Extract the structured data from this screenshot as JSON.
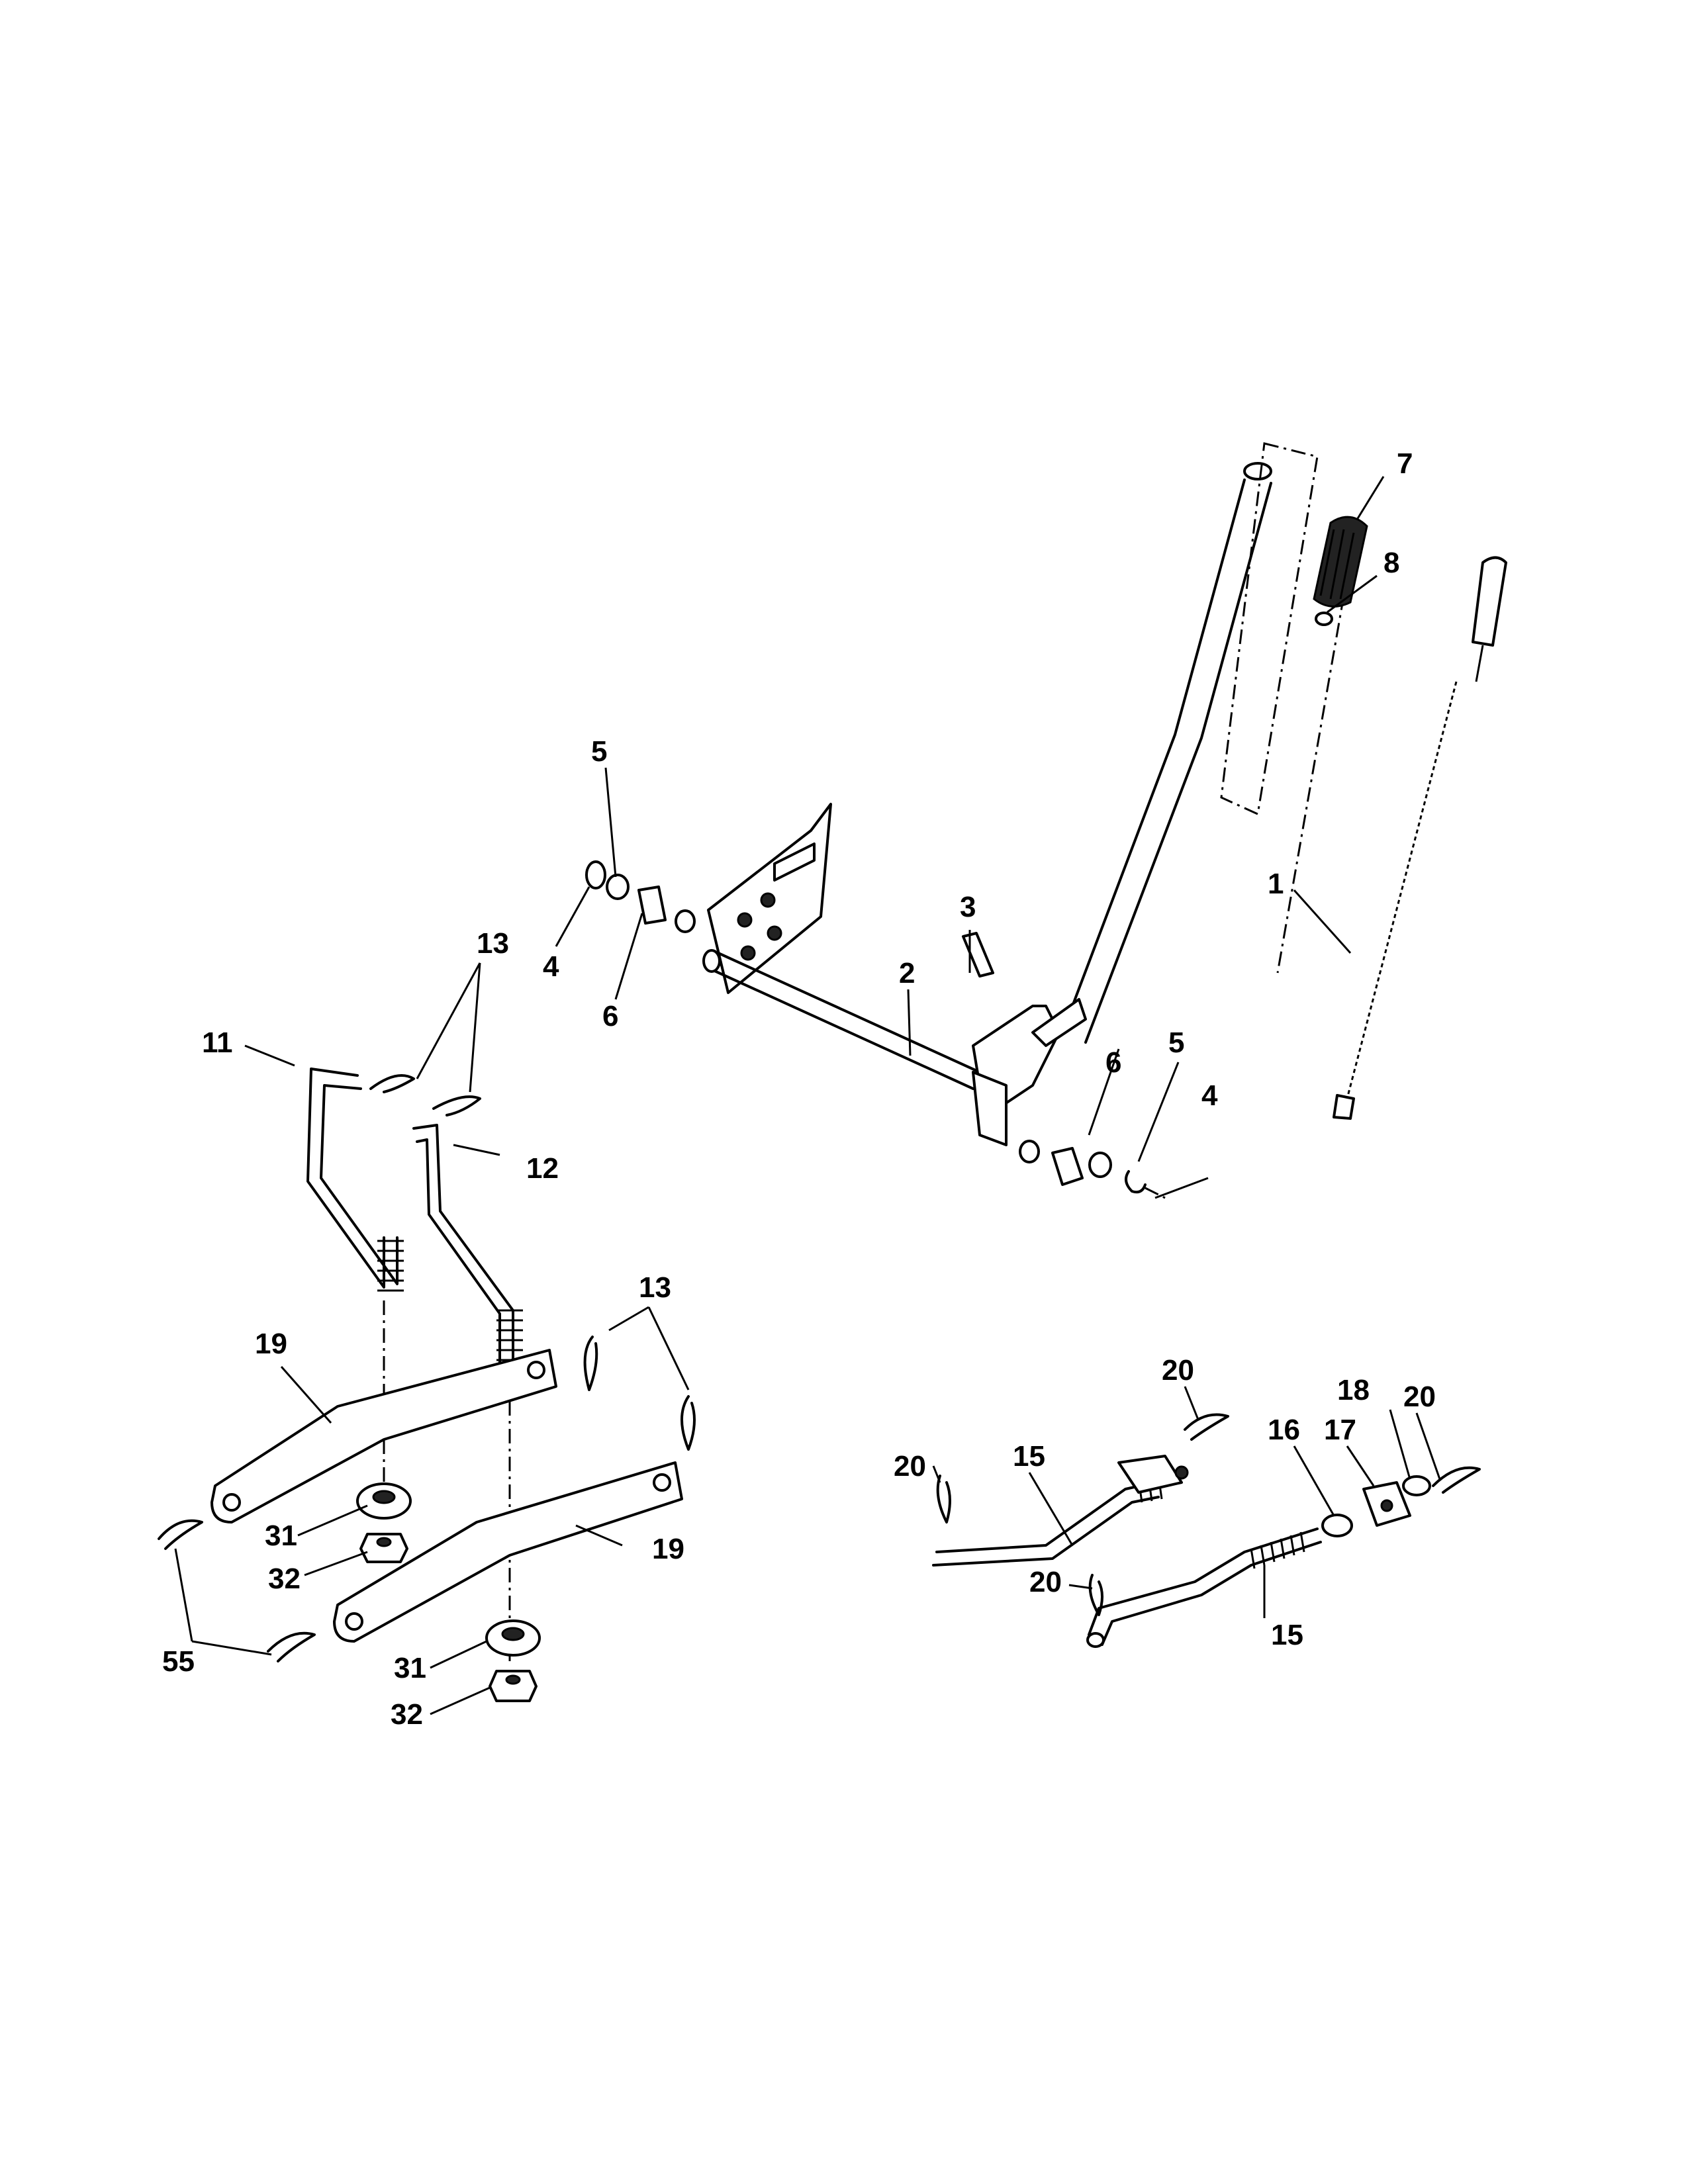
{
  "callouts": [
    {
      "id": "c1",
      "text": "1"
    },
    {
      "id": "c2",
      "text": "2"
    },
    {
      "id": "c3",
      "text": "3"
    },
    {
      "id": "c4a",
      "text": "4"
    },
    {
      "id": "c4b",
      "text": "4"
    },
    {
      "id": "c5a",
      "text": "5"
    },
    {
      "id": "c5b",
      "text": "5"
    },
    {
      "id": "c6a",
      "text": "6"
    },
    {
      "id": "c6b",
      "text": "6"
    },
    {
      "id": "c7",
      "text": "7"
    },
    {
      "id": "c8",
      "text": "8"
    },
    {
      "id": "c11",
      "text": "11"
    },
    {
      "id": "c12",
      "text": "12"
    },
    {
      "id": "c13a",
      "text": "13"
    },
    {
      "id": "c13b",
      "text": "13"
    },
    {
      "id": "c15a",
      "text": "15"
    },
    {
      "id": "c15b",
      "text": "15"
    },
    {
      "id": "c16",
      "text": "16"
    },
    {
      "id": "c17",
      "text": "17"
    },
    {
      "id": "c18",
      "text": "18"
    },
    {
      "id": "c19a",
      "text": "19"
    },
    {
      "id": "c19b",
      "text": "19"
    },
    {
      "id": "c20a",
      "text": "20"
    },
    {
      "id": "c20b",
      "text": "20"
    },
    {
      "id": "c20c",
      "text": "20"
    },
    {
      "id": "c20d",
      "text": "20"
    },
    {
      "id": "c31a",
      "text": "31"
    },
    {
      "id": "c31b",
      "text": "31"
    },
    {
      "id": "c32a",
      "text": "32"
    },
    {
      "id": "c32b",
      "text": "32"
    },
    {
      "id": "c55",
      "text": "55"
    }
  ]
}
